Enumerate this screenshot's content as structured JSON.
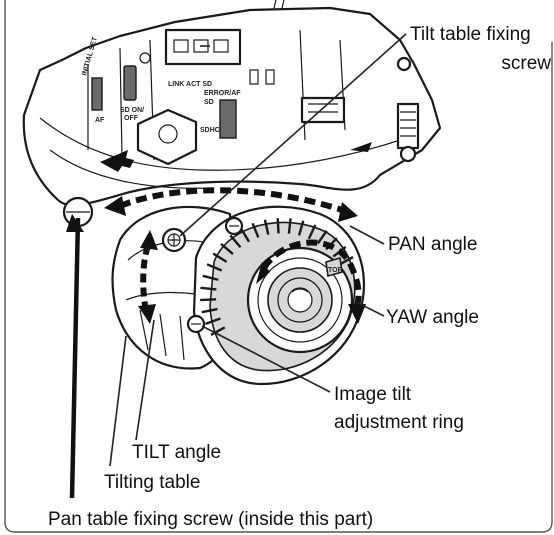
{
  "labels": {
    "tilt_table_fixing": "Tilt table fixing",
    "tilt_table_fixing_2": "screw",
    "pan_angle": "PAN angle",
    "yaw_angle": "YAW angle",
    "image_tilt_1": "Image tilt",
    "image_tilt_2": "adjustment ring",
    "tilt_angle": "TILT angle",
    "tilting_table": "Tilting table",
    "pan_table_fixing": "Pan table fixing screw (inside this part)"
  },
  "panel_text": {
    "initial_set": "INITIAL SET",
    "af": "AF",
    "sd_on_off_1": "SD ON/",
    "sd_on_off_2": "OFF",
    "link_act_sd": "LINK ACT SD",
    "error_af": "ERROR/AF",
    "sd": "SD",
    "sdhc": "SDHC",
    "top": "TOP"
  }
}
